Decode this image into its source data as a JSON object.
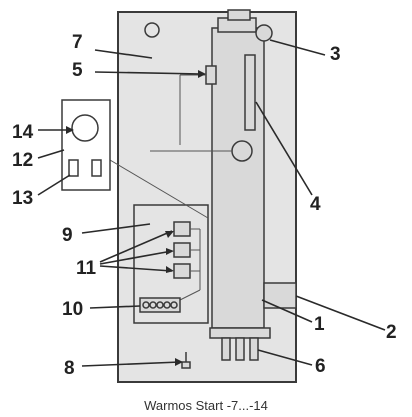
{
  "caption": "Warmos Start -7...-14",
  "callouts": {
    "c1": "1",
    "c2": "2",
    "c3": "3",
    "c4": "4",
    "c5": "5",
    "c6": "6",
    "c7": "7",
    "c8": "8",
    "c9": "9",
    "c10": "10",
    "c11": "11",
    "c12": "12",
    "c13": "13",
    "c14": "14"
  },
  "colors": {
    "ink": "#3a3a3a",
    "cabinet": "#e4e4e4",
    "part": "#d9d9d9"
  }
}
